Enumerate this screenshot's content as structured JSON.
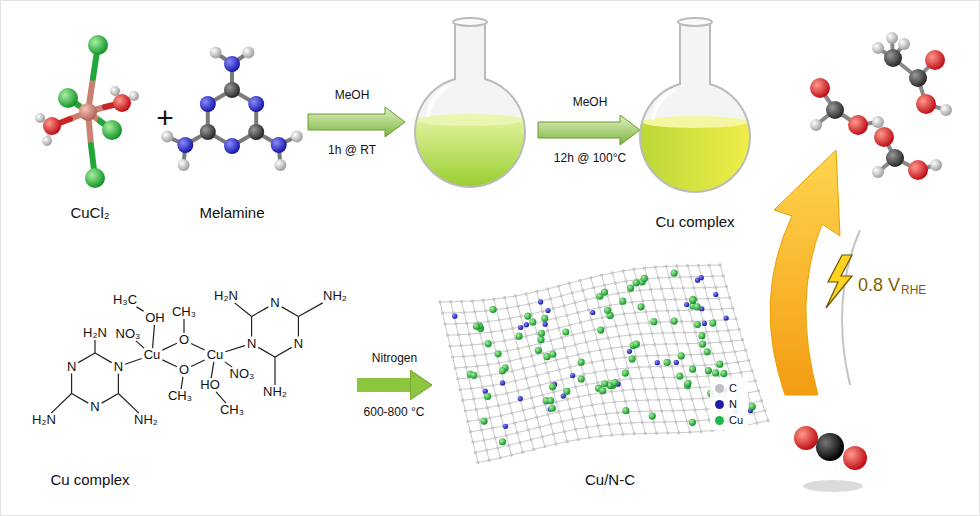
{
  "diagram": {
    "nodes": [
      {
        "text": [
          "CuCl₂"
        ]
      },
      {
        "text": [
          "Melamine"
        ]
      },
      {
        "text": [
          "Cu complex"
        ]
      },
      {
        "text": [
          "Cu complex"
        ]
      },
      {
        "text": [
          "Cu/N-C"
        ]
      }
    ],
    "edges": [
      {
        "from": 3,
        "to": 4,
        "arrow": "to",
        "label": "Nitrogen"
      }
    ],
    "labels": [
      "+",
      "MeOH",
      "1h @ RT",
      "MeOH",
      "12h @ 100°C",
      "0.8 V",
      "RHE",
      "600-800 °C",
      "H₃C",
      "OH",
      "NO₃",
      "Cu",
      "O",
      "O",
      "CH₃",
      "Cu",
      "HO",
      "NO₃",
      "CH₃",
      "CH₃",
      "H₂N",
      "N",
      "N",
      "N",
      "H₂N",
      "NH₂",
      "H₂N",
      "N",
      "N",
      "N",
      "NH₂",
      "NH₂"
    ],
    "legend": [
      {
        "text": "C",
        "color": "#c0c0c0"
      },
      {
        "text": "N",
        "color": "#1f1fa8"
      },
      {
        "text": "Cu",
        "color": "#1fb84f"
      }
    ]
  }
}
